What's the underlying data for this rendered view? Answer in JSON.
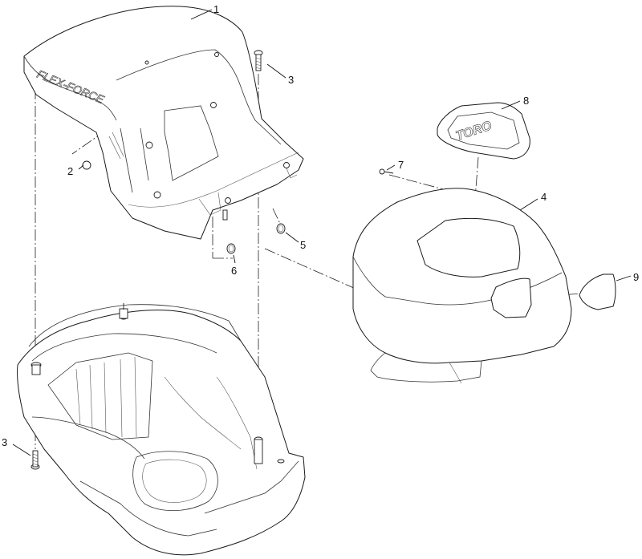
{
  "callouts": [
    {
      "id": "1",
      "label": "1"
    },
    {
      "id": "2",
      "label": "2"
    },
    {
      "id": "3a",
      "label": "3"
    },
    {
      "id": "3b",
      "label": "3"
    },
    {
      "id": "4",
      "label": "4"
    },
    {
      "id": "5",
      "label": "5"
    },
    {
      "id": "6",
      "label": "6"
    },
    {
      "id": "7",
      "label": "7"
    },
    {
      "id": "8",
      "label": "8"
    },
    {
      "id": "9",
      "label": "9"
    }
  ],
  "brand_marks": {
    "hood_logo": "FLEX-FORCE",
    "badge_logo": "TORO"
  }
}
